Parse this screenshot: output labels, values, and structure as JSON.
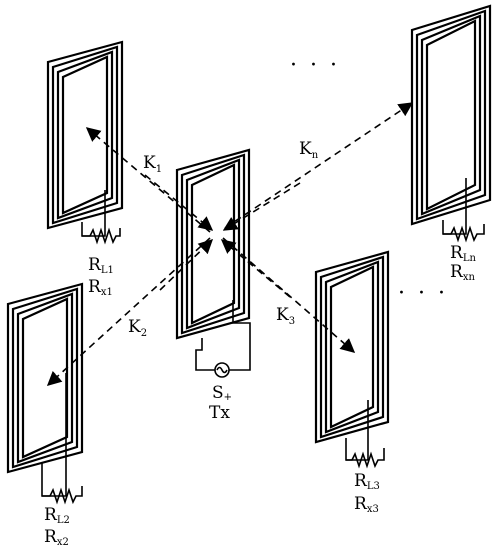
{
  "ellipsis_top": "· · ·",
  "ellipsis_side": "· · ·",
  "coupling": {
    "k1": {
      "main": "K",
      "sub": "1"
    },
    "k2": {
      "main": "K",
      "sub": "2"
    },
    "k3": {
      "main": "K",
      "sub": "3"
    },
    "kn": {
      "main": "K",
      "sub": "n"
    }
  },
  "transmitter": {
    "source": "S",
    "source_sign": "+",
    "name": "Tx"
  },
  "receivers": {
    "rx1": {
      "load_main": "R",
      "load_sub": "L1",
      "name_main": "R",
      "name_sub": "x1"
    },
    "rx2": {
      "load_main": "R",
      "load_sub": "L2",
      "name_main": "R",
      "name_sub": "x2"
    },
    "rx3": {
      "load_main": "R",
      "load_sub": "L3",
      "name_main": "R",
      "name_sub": "x3"
    },
    "rxn": {
      "load_main": "R",
      "load_sub": "Ln",
      "name_main": "R",
      "name_sub": "xn"
    }
  }
}
